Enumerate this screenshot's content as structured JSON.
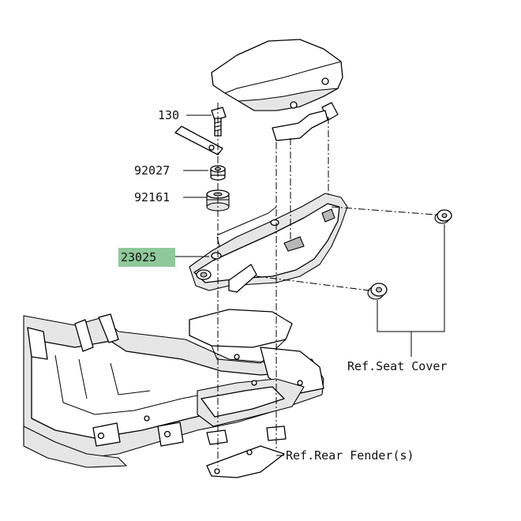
{
  "callouts": {
    "screw": "130",
    "collar": "92027",
    "damper": "92161",
    "bracket": "23025",
    "seat_cover": "Ref.Seat Cover",
    "rear_fender": "Ref.Rear Fender(s)"
  },
  "colors": {
    "highlight": "#8fc99a",
    "line": "#000000",
    "background": "#ffffff"
  }
}
